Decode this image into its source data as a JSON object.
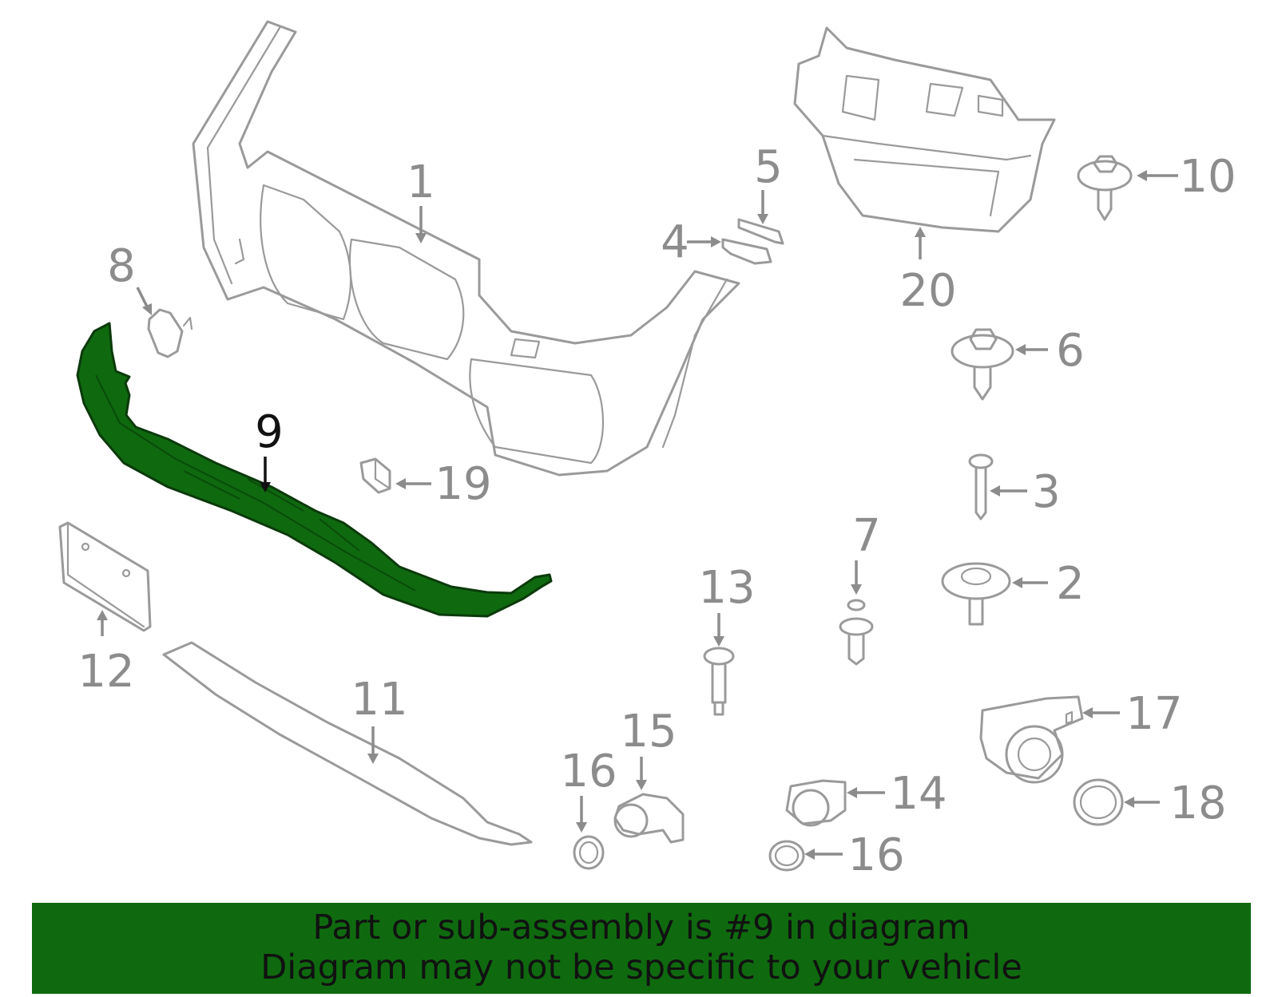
{
  "callouts": {
    "p1": "1",
    "p2": "2",
    "p3": "3",
    "p4": "4",
    "p5": "5",
    "p6": "6",
    "p7": "7",
    "p8": "8",
    "p9": "9",
    "p10": "10",
    "p11": "11",
    "p12": "12",
    "p13": "13",
    "p14": "14",
    "p15": "15",
    "p16a": "16",
    "p16b": "16",
    "p17": "17",
    "p18": "18",
    "p19": "19",
    "p20": "20"
  },
  "banner": {
    "line1": "Part or sub-assembly is #9 in diagram",
    "line2": "Diagram may not be specific to your vehicle"
  },
  "colors": {
    "highlight": "#0f6a0f",
    "outline": "#9a9a9a",
    "banner": "#0f6a0f"
  }
}
